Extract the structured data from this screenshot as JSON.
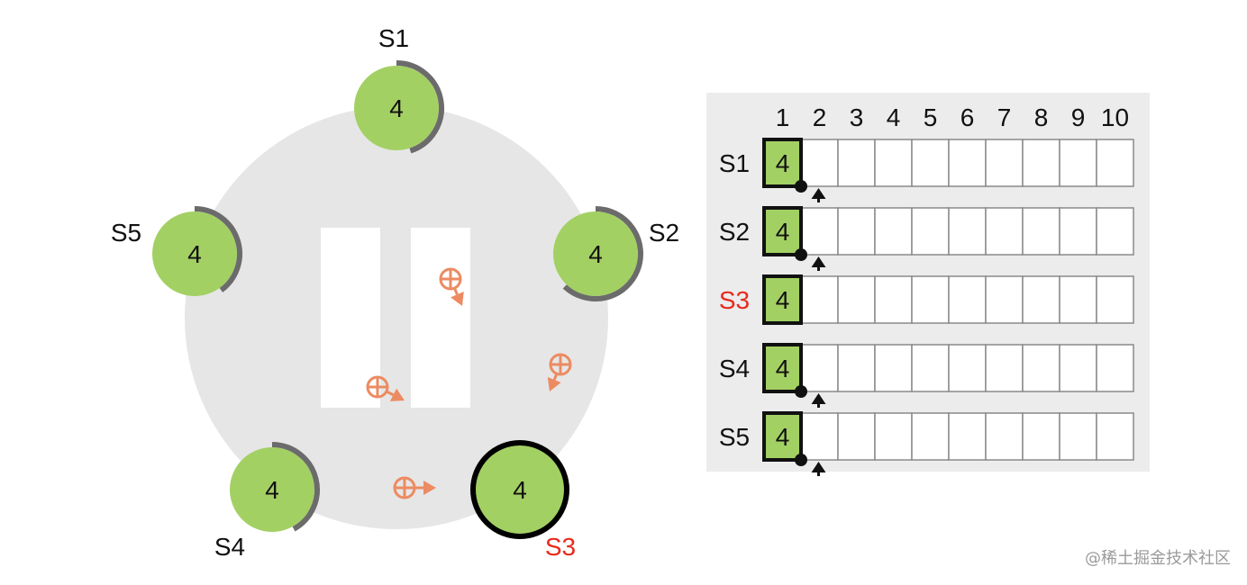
{
  "colors": {
    "cluster_bg": "#e6e6e6",
    "node_fill": "#a3d063",
    "timer_arc": "#6b6b6b",
    "candidate_ring": "#000000",
    "message": "#ec8b62",
    "candidate_label": "#e8291c",
    "log_panel_bg": "#ececec",
    "log_cell_border": "#8a8a8a",
    "log_entry_fill": "#a3d063",
    "watermark": "#9a9a9a"
  },
  "cluster": {
    "nodes": [
      {
        "id": "S1",
        "label": "S1",
        "term": "4",
        "role": "follower",
        "timer_fraction": 0.45
      },
      {
        "id": "S2",
        "label": "S2",
        "term": "4",
        "role": "follower",
        "timer_fraction": 0.62
      },
      {
        "id": "S3",
        "label": "S3",
        "term": "4",
        "role": "candidate",
        "timer_fraction": 1.0
      },
      {
        "id": "S4",
        "label": "S4",
        "term": "4",
        "role": "follower",
        "timer_fraction": 0.42
      },
      {
        "id": "S5",
        "label": "S5",
        "term": "4",
        "role": "follower",
        "timer_fraction": 0.4
      }
    ],
    "messages": [
      {
        "type": "request-vote",
        "icon": "circled-plus-icon"
      },
      {
        "type": "request-vote",
        "icon": "circled-plus-icon"
      },
      {
        "type": "request-vote",
        "icon": "circled-plus-icon"
      },
      {
        "type": "request-vote",
        "icon": "circled-plus-icon"
      }
    ],
    "paused": true
  },
  "log": {
    "indices": [
      "1",
      "2",
      "3",
      "4",
      "5",
      "6",
      "7",
      "8",
      "9",
      "10"
    ],
    "rows": [
      {
        "label": "S1",
        "entries": [
          "4"
        ],
        "commit_index": 1,
        "next_index": 2,
        "highlight": false
      },
      {
        "label": "S2",
        "entries": [
          "4"
        ],
        "commit_index": 1,
        "next_index": 2,
        "highlight": false
      },
      {
        "label": "S3",
        "entries": [
          "4"
        ],
        "commit_index": null,
        "next_index": null,
        "highlight": true
      },
      {
        "label": "S4",
        "entries": [
          "4"
        ],
        "commit_index": 1,
        "next_index": 2,
        "highlight": false
      },
      {
        "label": "S5",
        "entries": [
          "4"
        ],
        "commit_index": 1,
        "next_index": 2,
        "highlight": false
      }
    ]
  },
  "watermark": "@稀土掘金技术社区"
}
